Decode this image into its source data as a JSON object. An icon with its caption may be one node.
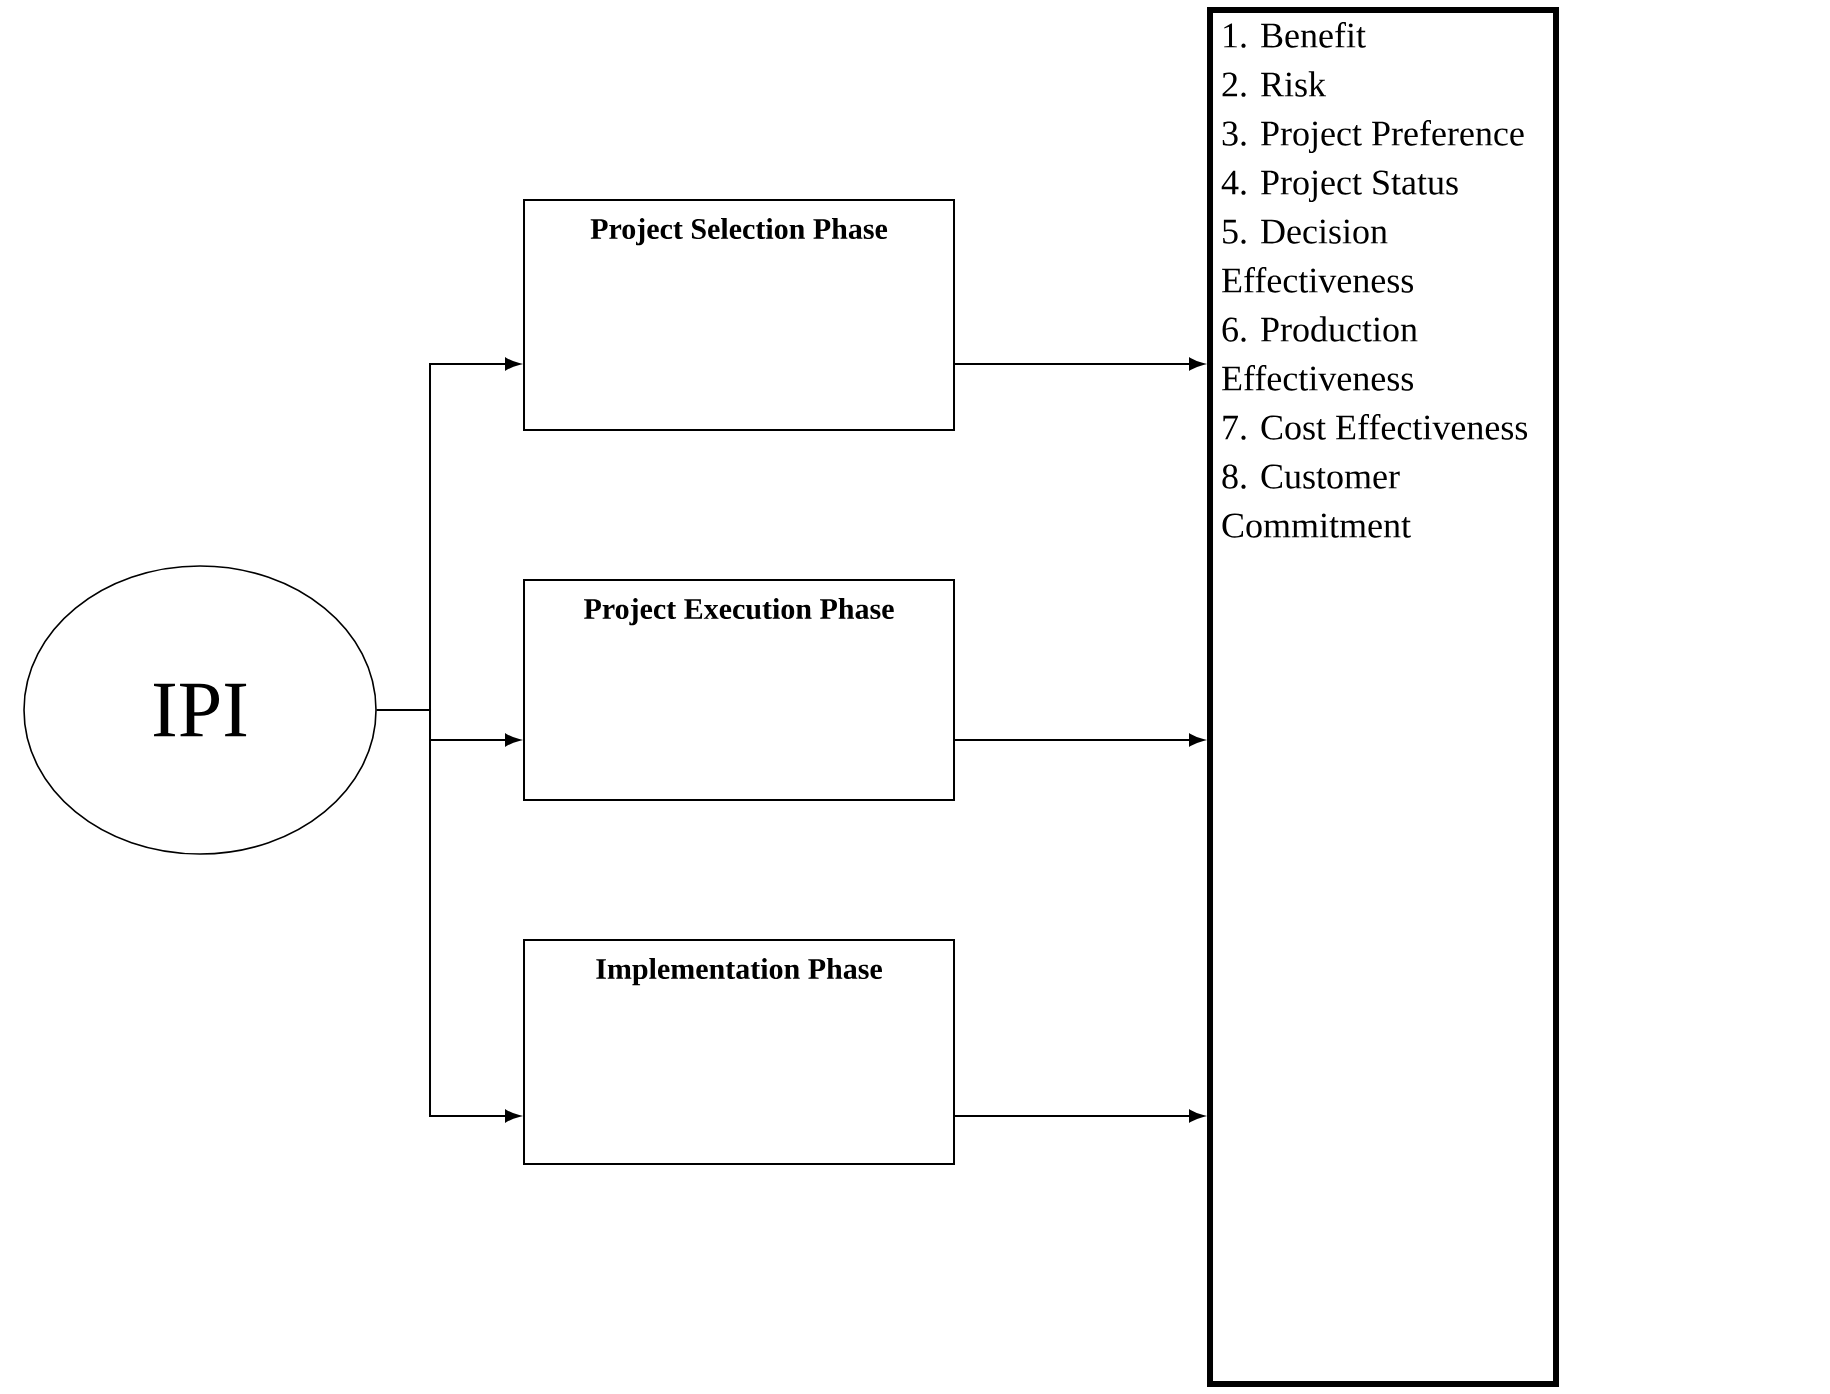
{
  "diagram": {
    "nodes": [
      {
        "text": [
          "IPI"
        ]
      },
      {
        "text": [
          "Project Selection Phase"
        ]
      },
      {
        "text": [
          "Project Execution Phase"
        ]
      },
      {
        "text": [
          "Implementation Phase"
        ]
      },
      {
        "text": [
          "1. Benefit",
          "2. Risk",
          "3. Project Preference",
          "4. Project Status",
          "5. Decision Effectiveness",
          "6. Production Effectiveness",
          "7. Cost Effectiveness",
          "8. Customer Commitment"
        ]
      }
    ],
    "edges": [
      {
        "from": 0,
        "to": 1,
        "arrow": "to"
      },
      {
        "from": 0,
        "to": 2,
        "arrow": "to"
      },
      {
        "from": 0,
        "to": 3,
        "arrow": "to"
      },
      {
        "from": 1,
        "to": 4,
        "arrow": "to"
      },
      {
        "from": 2,
        "to": 4,
        "arrow": "to"
      },
      {
        "from": 3,
        "to": 4,
        "arrow": "to"
      }
    ]
  }
}
